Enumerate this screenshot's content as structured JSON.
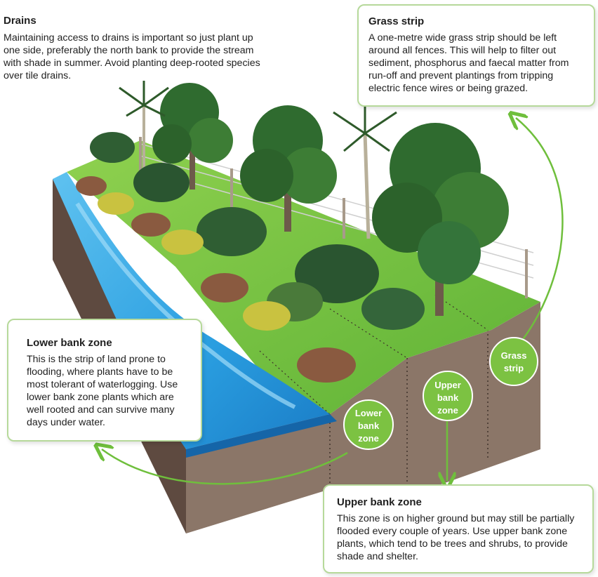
{
  "drains": {
    "title": "Drains",
    "body": "Maintaining access to drains is important so just plant up one side, preferably the north bank to provide the stream with shade in summer. Avoid planting deep-rooted species over tile drains."
  },
  "grass_strip": {
    "title": "Grass strip",
    "body": "A one-metre wide grass strip should be left around all fences. This will help to filter out sediment, phosphorus and faecal matter from run-off and prevent plantings from tripping electric fence wires or being grazed."
  },
  "lower_bank": {
    "title": "Lower bank zone",
    "body": "This is the strip of land prone to flooding, where plants have to be most tolerant of waterlogging. Use lower bank zone plants which are well rooted and can survive many days under water."
  },
  "upper_bank": {
    "title": "Upper bank zone",
    "body": "This zone is on higher ground but may still be partially flooded every couple of years. Use upper bank zone plants, which tend to be trees and shrubs, to provide shade and shelter."
  },
  "zone_badges": {
    "lower": [
      "Lower",
      "bank",
      "zone"
    ],
    "upper": [
      "Upper",
      "bank",
      "zone"
    ],
    "grass": [
      "Grass",
      "strip"
    ]
  },
  "colors": {
    "callout_border": "#b6d99a",
    "badge_green": "#7cc242",
    "arrow_green": "#6fbf3c",
    "water": "#2f9fe0",
    "grass": "#7ac943",
    "soil": "#8b7668",
    "soil_dark": "#5e4a40"
  }
}
